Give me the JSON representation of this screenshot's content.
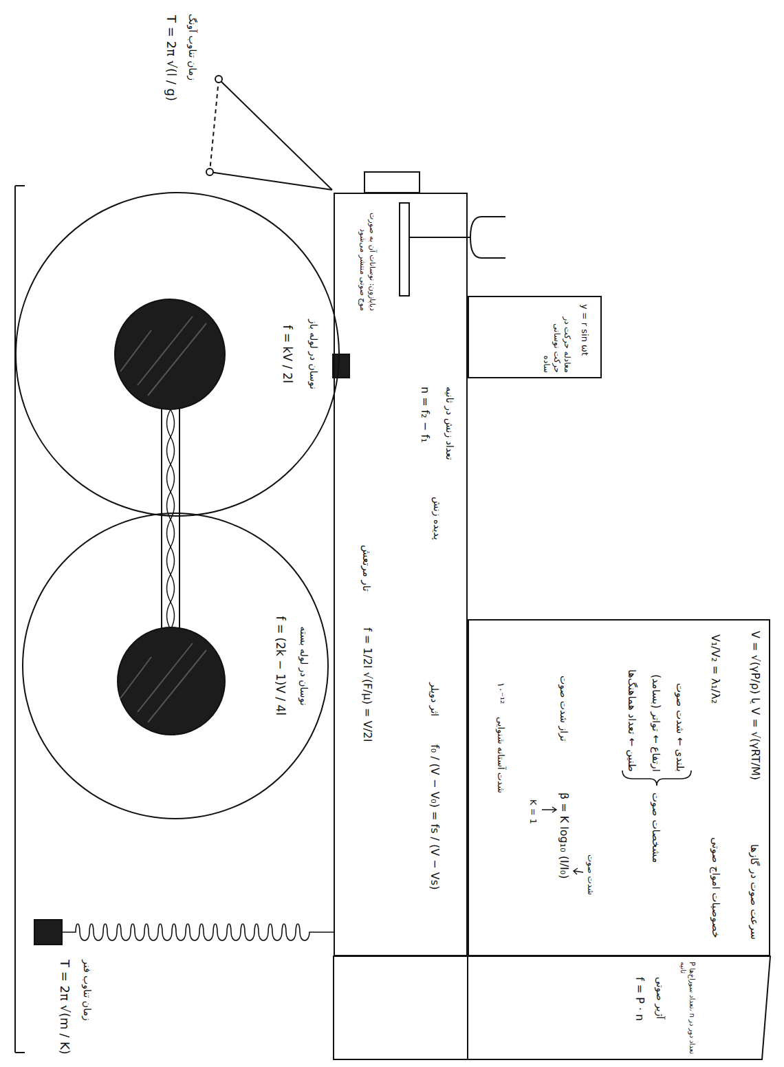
{
  "diagram": {
    "nodes": [
      {
        "text": [
          "دیاپازون: نوسانات آن به صورت موج صوتی منتشر می‌شود",
          "تعداد زنش در ثانیه",
          "n = f₂ − f₁",
          "پدیده زنش",
          "تار مرتعش",
          "f = 1/2l √(F/μ) = V/2l",
          "اثر دوپلر",
          "f₀ / (V − V₀) = fs / (V − Vs)"
        ]
      },
      {
        "text": [
          "y = r sin ωt",
          "معادله حرکت در حرکت نوسانی ساده"
        ]
      },
      {
        "text": [
          "سرعت صوت در گازها",
          "V = √(γP/ρ) یا V = √(γRT/M)",
          "خصوصیات امواج صوتی",
          "V₁/V₂ = λ₁/λ₂",
          "مشخصات صوت",
          "بلندی ← شدت صوت",
          "ارتفاع ← تواتر (بسامد)",
          "طنین ← تعداد هماهنگ‌ها",
          "شدت صوت",
          "β = K log₁₀ (I/I₀)",
          "K = 1",
          "تراز شدت صوت",
          "۱۰⁻¹²",
          "شدت آستانه شنوایی"
        ]
      },
      {
        "text": [
          "P تعداد سوراخ‌ها، n تعداد دور در ثانیه",
          "آژیر صوتی",
          "f = P · n"
        ]
      },
      {
        "text": [
          "نوسان در لوله باز",
          "f = kV / 2l"
        ]
      },
      {
        "text": [
          "نوسان در لوله بسته",
          "f = (2k − 1)V / 4l"
        ]
      }
    ],
    "labels": [
      "زمان تناوب آونگ",
      "T = 2π √(l / g)",
      "زمان تناوب فنر",
      "T = 2π √(m / K)"
    ]
  }
}
